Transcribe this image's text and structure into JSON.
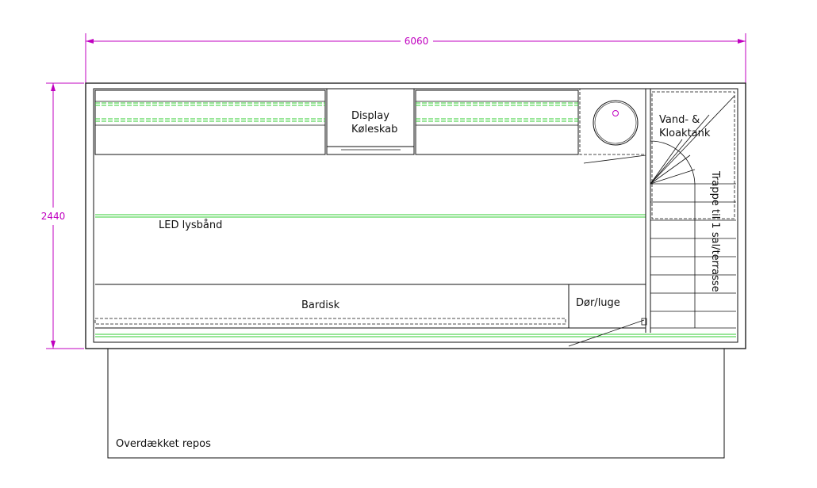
{
  "colors": {
    "dimension": "#c000c0",
    "led": "#33cc33",
    "line": "#111111",
    "background": "#ffffff"
  },
  "dimensions": {
    "width": "6060",
    "height": "2440"
  },
  "labels": {
    "display_line1": "Display",
    "display_line2": "Køleskab",
    "water_tank_line1": "Vand-  &",
    "water_tank_line2": "Kloaktank",
    "stairs": "Trappe  til  1  sal/terrasse",
    "led": "LED  lysbånd",
    "bar": "Bardisk",
    "door": "Dør/luge",
    "porch": "Overdækket  repos"
  }
}
